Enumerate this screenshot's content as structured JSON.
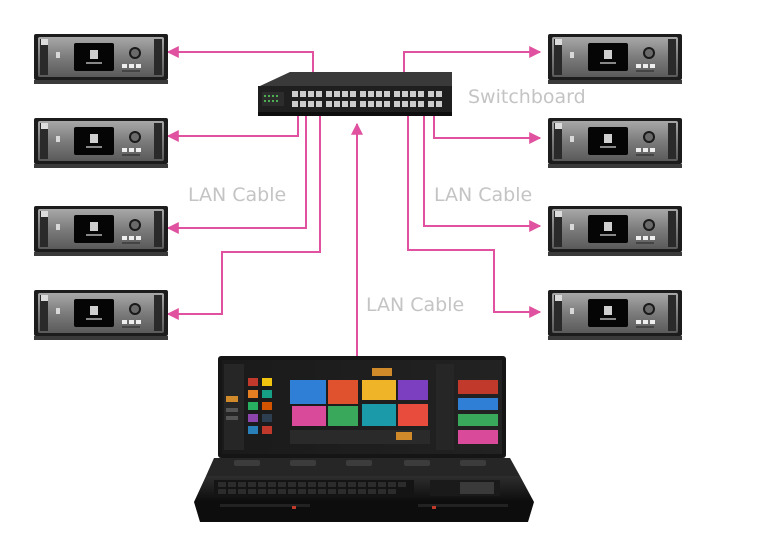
{
  "labels": {
    "switchboard": "Switchboard",
    "lan_cable_left": "LAN Cable",
    "lan_cable_right": "LAN Cable",
    "lan_cable_center": "LAN Cable"
  },
  "colors": {
    "cable": "#e0519f",
    "label_text": "#c4c4c4",
    "device_body": "#2b2b2b",
    "device_face": "#8a8a8a",
    "switch_body": "#1f1f1f"
  },
  "devices": {
    "left_count": 4,
    "right_count": 4
  }
}
